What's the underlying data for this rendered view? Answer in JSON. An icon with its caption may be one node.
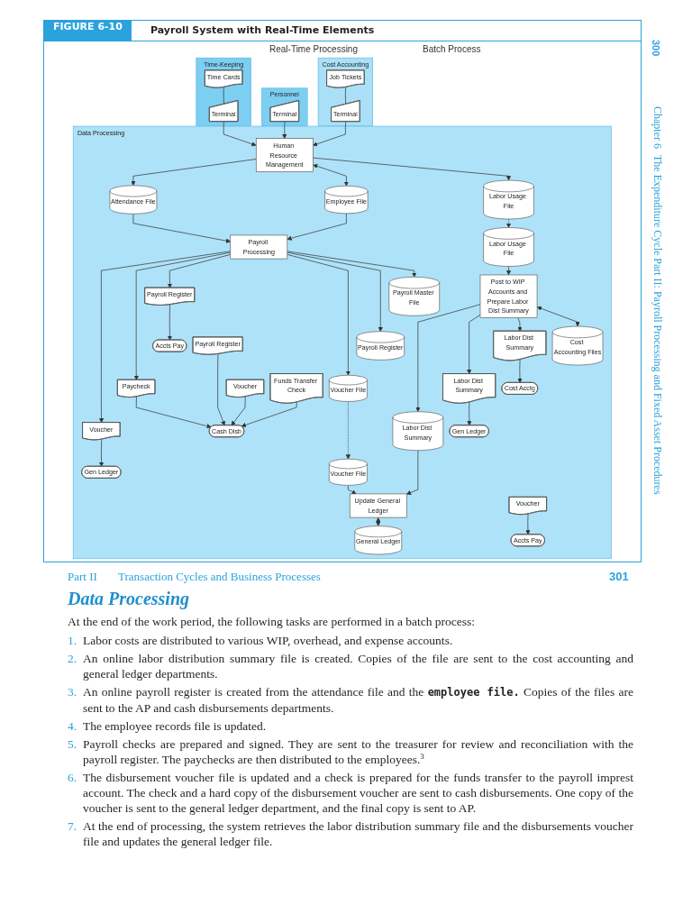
{
  "diagram": {
    "title": "Payroll System with Real-Time Elements",
    "nodes": [
      {
        "text": [
          "Personnel"
        ]
      },
      {
        "text": [
          "Terminal"
        ],
        "in": 0
      },
      {
        "text": [
          "Cost Accounting"
        ]
      },
      {
        "text": [
          "Job Tickets"
        ],
        "in": 2
      },
      {
        "text": [
          "Terminal"
        ],
        "in": 2
      },
      {
        "text": [
          "Time-Keeping"
        ]
      },
      {
        "text": [
          "Time Cards"
        ],
        "in": 5
      },
      {
        "text": [
          "Terminal"
        ],
        "in": 5
      },
      {
        "text": [
          "Data Processing"
        ]
      },
      {
        "text": [
          "Human Resource Management"
        ],
        "in": 8
      },
      {
        "text": [
          "Labor Usage File"
        ],
        "in": 8
      },
      {
        "text": [
          "Labor Usage File"
        ],
        "in": 8
      },
      {
        "text": [
          "Employee File"
        ],
        "in": 8
      },
      {
        "text": [
          "Attendance File"
        ],
        "in": 8
      },
      {
        "text": [
          "Post to WIP Accounts and Prepare Labor Dist Summary"
        ],
        "in": 8
      },
      {
        "text": [
          "Cost Accounting Files"
        ],
        "in": 8
      },
      {
        "text": [
          "Labor Dist Summary"
        ],
        "in": 8
      },
      {
        "text": [
          "Cost Acctg"
        ],
        "in": 8
      },
      {
        "text": [
          "Labor Dist Summary"
        ],
        "in": 8
      },
      {
        "text": [
          "Payroll Processing"
        ],
        "in": 8
      },
      {
        "text": [
          "Voucher File"
        ],
        "in": 8
      },
      {
        "text": [
          "Labor Dist Summary"
        ],
        "in": 8
      },
      {
        "text": [
          "Gen Ledger"
        ],
        "in": 8
      },
      {
        "text": [
          "Payroll Register"
        ],
        "in": 8
      },
      {
        "text": [
          "Accts Pay"
        ],
        "in": 8
      },
      {
        "text": [
          "Payroll Register"
        ],
        "in": 8
      },
      {
        "text": [
          "Cash Disb"
        ],
        "in": 8
      },
      {
        "text": [
          "Paycheck"
        ],
        "in": 8
      },
      {
        "text": [
          "Payroll Master File"
        ],
        "in": 8
      },
      {
        "text": [
          "Update General Ledger"
        ],
        "in": 8
      },
      {
        "text": [
          "General Ledger"
        ],
        "in": 8
      },
      {
        "text": [
          "Voucher"
        ],
        "in": 8
      },
      {
        "text": [
          "Gen Ledger"
        ],
        "in": 8
      },
      {
        "text": [
          "Funds Transfer Check"
        ],
        "in": 8
      },
      {
        "text": [
          "Payroll Register"
        ],
        "in": 8
      },
      {
        "text": [
          "Voucher File"
        ],
        "in": 8
      },
      {
        "text": [
          "Voucher"
        ],
        "in": 8
      },
      {
        "text": [
          "Voucher"
        ],
        "in": 8
      },
      {
        "text": [
          "Accts Pay"
        ],
        "in": 8
      }
    ],
    "edges": [
      {
        "from": 1,
        "to": 9,
        "arrow": "to"
      },
      {
        "from": 3,
        "to": 4,
        "arrow": "none"
      },
      {
        "from": 4,
        "to": 9,
        "arrow": "to"
      },
      {
        "from": 6,
        "to": 7,
        "arrow": "none"
      },
      {
        "from": 7,
        "to": 9,
        "arrow": "to"
      },
      {
        "from": 9,
        "to": 10,
        "arrow": "to"
      },
      {
        "from": 9,
        "to": 12,
        "arrow": "both"
      },
      {
        "from": 9,
        "to": 13,
        "arrow": "to"
      },
      {
        "from": 10,
        "to": 11,
        "arrow": "to",
        "style": "dashed"
      },
      {
        "from": 11,
        "to": 14,
        "arrow": "to"
      },
      {
        "from": 14,
        "to": 15,
        "arrow": "both"
      },
      {
        "from": 14,
        "to": 16,
        "arrow": "to"
      },
      {
        "from": 14,
        "to": 18,
        "arrow": "to"
      },
      {
        "from": 14,
        "to": 21,
        "arrow": "to"
      },
      {
        "from": 16,
        "to": 17,
        "arrow": "to"
      },
      {
        "from": 18,
        "to": 22,
        "arrow": "to"
      },
      {
        "from": 12,
        "to": 19,
        "arrow": "to"
      },
      {
        "from": 13,
        "to": 19,
        "arrow": "to"
      },
      {
        "from": 19,
        "to": 28,
        "arrow": "to"
      },
      {
        "from": 19,
        "to": 34,
        "arrow": "to"
      },
      {
        "from": 19,
        "to": 35,
        "arrow": "to"
      },
      {
        "from": 19,
        "to": 23,
        "arrow": "to"
      },
      {
        "from": 19,
        "to": 27,
        "arrow": "to"
      },
      {
        "from": 19,
        "to": 36,
        "arrow": "to"
      },
      {
        "from": 23,
        "to": 24,
        "arrow": "to"
      },
      {
        "from": 25,
        "to": 26,
        "arrow": "to"
      },
      {
        "from": 27,
        "to": 26,
        "arrow": "to"
      },
      {
        "from": 31,
        "to": 26,
        "arrow": "to"
      },
      {
        "from": 33,
        "to": 26,
        "arrow": "to"
      },
      {
        "from": 36,
        "to": 32,
        "arrow": "to"
      },
      {
        "from": 37,
        "to": 38,
        "arrow": "to"
      },
      {
        "from": 35,
        "to": 20,
        "arrow": "to",
        "style": "dashed"
      },
      {
        "from": 20,
        "to": 29,
        "arrow": "to"
      },
      {
        "from": 21,
        "to": 29,
        "arrow": "to"
      },
      {
        "from": 29,
        "to": 30,
        "arrow": "both"
      }
    ],
    "labels": [
      "300",
      "FIGURE 6-10",
      "Chapter 6",
      "The Expenditure Cycle Part II: Payroll Processing and Fixed Asset Procedures",
      "Real-Time Processing",
      "Batch Process",
      "Part II",
      "Transaction Cycles and Business Processes",
      "301",
      "Data Processing",
      "At the end of the work period, the following tasks are performed in a batch process:",
      "1.",
      "Labor costs are distributed to various WIP, overhead, and expense accounts.",
      "2.",
      "An online labor distribution summary file is created. Copies of the file are sent to the cost accounting and general ledger departments.",
      "3.",
      "An online payroll register is created from the attendance file and the **employee file.** Copies of the files are sent to the AP and cash disbursements departments.",
      "4.",
      "The employee records file is updated.",
      "5.",
      "Payroll checks are prepared and signed. They are sent to the treasurer for review and reconciliation with the payroll register. The paychecks are then distributed to the employees.$^{3}$",
      "6.",
      "The disbursement voucher file is updated and a check is prepared for the funds transfer to the payroll imprest account. The check and a hard copy of the disbursement voucher are sent to cash disbursements. One copy of the voucher is sent to the general ledger department, and the final copy is sent to AP.",
      "7.",
      "At the end of processing, the system retrieves the labor distribution summary file and the disbursements voucher file and updates the general ledger file."
    ]
  }
}
